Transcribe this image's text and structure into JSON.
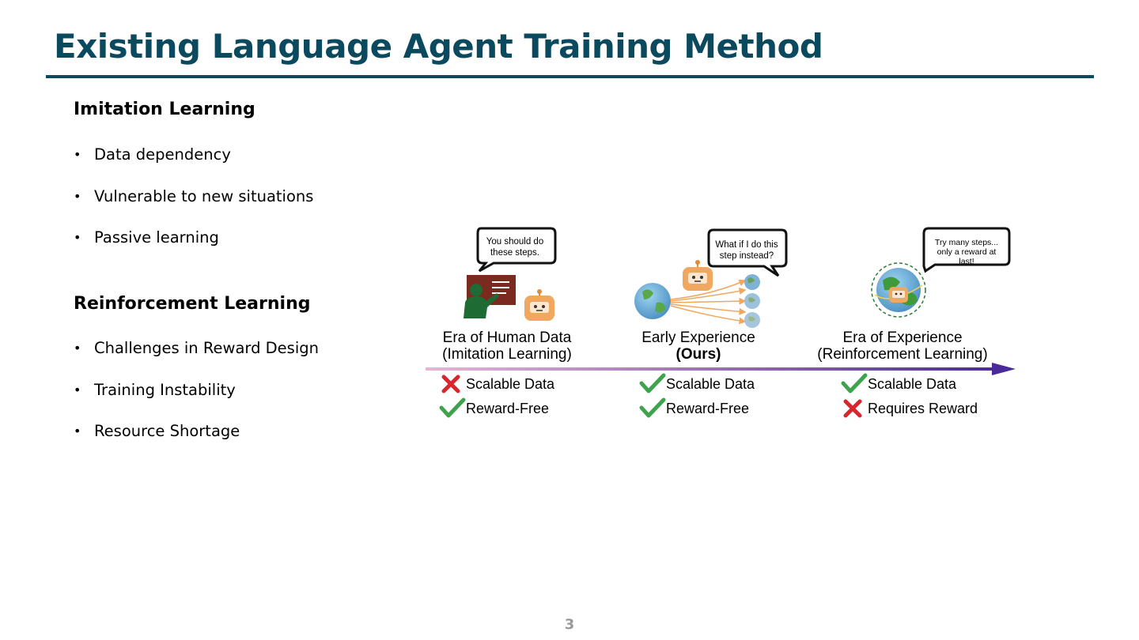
{
  "slide": {
    "title": "Existing Language Agent Training Method",
    "page_number": "3"
  },
  "imitation": {
    "heading": "Imitation Learning",
    "bullets": [
      "Data dependency",
      "Vulnerable to new situations",
      "Passive learning"
    ]
  },
  "reinforcement": {
    "heading": "Reinforcement Learning",
    "bullets": [
      "Challenges in Reward Design",
      "Training Instability",
      "Resource Shortage"
    ]
  },
  "figure": {
    "bubbles": [
      {
        "line1": "You should do",
        "line2": "these steps.",
        "line3": ""
      },
      {
        "line1": "What if I do this",
        "line2": "step instead?",
        "line3": ""
      },
      {
        "line1": "Try many steps...",
        "line2": "only a reward at",
        "line3": "last!"
      }
    ],
    "eras": [
      {
        "title": "Era of Human Data",
        "subtitle": "(Imitation Learning)"
      },
      {
        "title": "Early Experience",
        "subtitle": "(Ours)"
      },
      {
        "title": "Era of Experience",
        "subtitle": "(Reinforcement Learning)"
      }
    ],
    "properties": [
      [
        {
          "label": "Scalable Data",
          "status": "cross"
        },
        {
          "label": "Reward-Free",
          "status": "check"
        }
      ],
      [
        {
          "label": "Scalable Data",
          "status": "check"
        },
        {
          "label": "Reward-Free",
          "status": "check"
        }
      ],
      [
        {
          "label": "Scalable Data",
          "status": "check"
        },
        {
          "label": "Requires Reward",
          "status": "cross"
        }
      ]
    ],
    "icons": [
      "teacher-icon",
      "robot-icon",
      "globe-icon",
      "check-icon",
      "cross-icon"
    ],
    "colors": {
      "check": "#3fa34d",
      "cross": "#d9262c",
      "arrow_start": "#e8b5d6",
      "arrow_end": "#4a2a9a",
      "robot": "#f0a860",
      "board": "#7a2a1e",
      "teacher": "#1e6b34"
    }
  }
}
